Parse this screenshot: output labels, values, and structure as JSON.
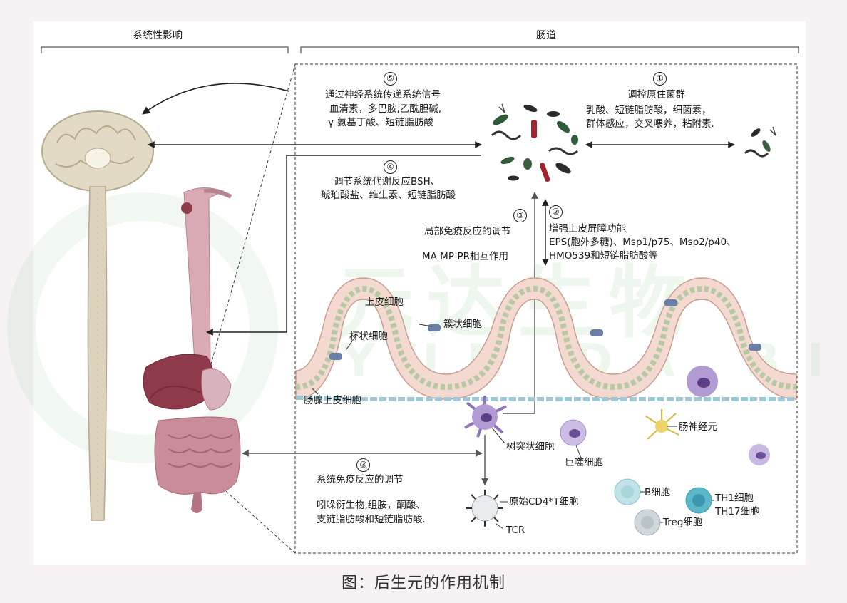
{
  "headers": {
    "left": "系统性影响",
    "right": "肠道"
  },
  "watermark": {
    "cn": "元达生物",
    "en": "YUN DA BIO"
  },
  "blocks": {
    "b5": {
      "num": "⑤",
      "title": "通过神经系统传递系统信号",
      "line1": "血清素，多巴胺,乙酰胆碱,",
      "line2": "γ-氨基丁酸、短链脂肪酸"
    },
    "b1": {
      "num": "①",
      "title": "调控原住菌群",
      "line1": "乳酸、短链脂肪酸，细菌素，",
      "line2": "群体感应，交叉喂养，粘附素."
    },
    "b4": {
      "num": "④",
      "line1": "调节系统代谢反应BSH、",
      "line2": "琥珀酸盐、维生素、短链脂肪酸"
    },
    "b3top": {
      "num": "③",
      "line1": "局部免疫反应的调节",
      "line2": "MA MP-PR相互作用"
    },
    "b2": {
      "num": "②",
      "title": "增强上皮屏障功能",
      "line1": "EPS(胞外多糖)、Msp1/p75、Msp2/p40、",
      "line2": "HMO539和短链脂肪酸等"
    },
    "b3bot": {
      "num": "③",
      "title": "系统免疫反应的调节",
      "line1": "吲哚衍生物,组胺，酮酸、",
      "line2": "支链脂肪酸和短链脂肪酸."
    }
  },
  "labels": {
    "epithelial": "上皮细胞",
    "goblet": "杯状细胞",
    "tuft": "簇状细胞",
    "crypt": "肠腺上皮细胞",
    "dendritic": "树突状细胞",
    "macrophage": "巨噬细胞",
    "neuron": "肠神经元",
    "naive_t": "原始CD4*T细胞",
    "tcr": "TCR",
    "b_cell": "B细胞",
    "treg": "Treg细胞",
    "th1": "TH1细胞",
    "th17": "TH17细胞"
  },
  "caption": "图：后生元的作用机制",
  "colors": {
    "brain": "#d8cfb8",
    "organ": "#b26d7a",
    "cell_purple": "#9b7fc4",
    "cell_cyan": "#7cc3cf",
    "cell_gray": "#b9c3c8"
  }
}
